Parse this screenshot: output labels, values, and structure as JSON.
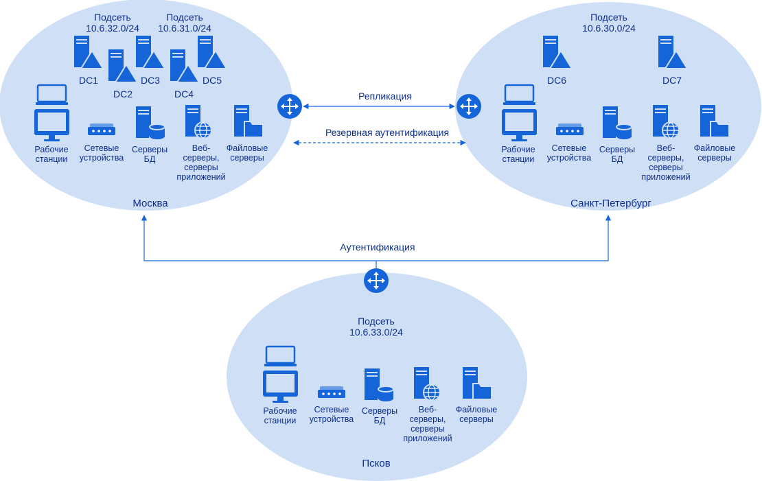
{
  "colors": {
    "accent": "#1565d8",
    "ellipse": "#cfdff6",
    "text": "#0d2f8a"
  },
  "sites": {
    "moscow": {
      "name": "Москва",
      "subnet1": "Подсеть\n10.6.32.0/24",
      "subnet2": "Подсеть\n10.6.31.0/24",
      "dcs": [
        "DC1",
        "DC2",
        "DC3",
        "DC4",
        "DC5"
      ]
    },
    "spb": {
      "name": "Санкт-Петербург",
      "subnet": "Подсеть\n10.6.30.0/24",
      "dcs": [
        "DC6",
        "DC7"
      ]
    },
    "pskov": {
      "name": "Псков",
      "subnet": "Подсеть\n10.6.33.0/24"
    }
  },
  "devices": {
    "workstations": "Рабочие\nстанции",
    "network": "Сетевые\nустройства",
    "db": "Серверы\nБД",
    "web": "Веб-\nсерверы,\nсерверы\nприложений",
    "file": "Файловые\nсерверы"
  },
  "links": {
    "replication": "Репликация",
    "backup_auth": "Резервная аутентификация",
    "auth": "Аутентификация"
  },
  "icons": [
    "server-icon",
    "domain-controller-icon",
    "router-icon",
    "laptop-icon",
    "monitor-icon",
    "switch-icon",
    "database-server-icon",
    "web-server-icon",
    "file-server-icon"
  ]
}
